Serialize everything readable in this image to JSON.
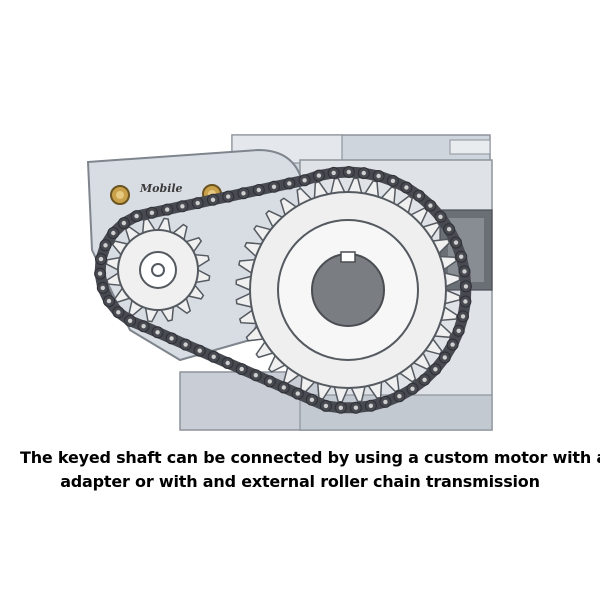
{
  "illustration": {
    "plate_label": "Mobile",
    "colors": {
      "housing": "#d4d9e0",
      "housing_dark": "#a7adb6",
      "gear_face": "#f0f0f0",
      "hub": "#7a7d82",
      "chain_link": "#474a50",
      "chain_pin": "#cfcfcf",
      "bolt": "#c9a14a"
    }
  },
  "caption": {
    "line1": "The keyed shaft can be connected by using a custom motor with an",
    "line2": "adapter or with and external roller chain transmission"
  }
}
